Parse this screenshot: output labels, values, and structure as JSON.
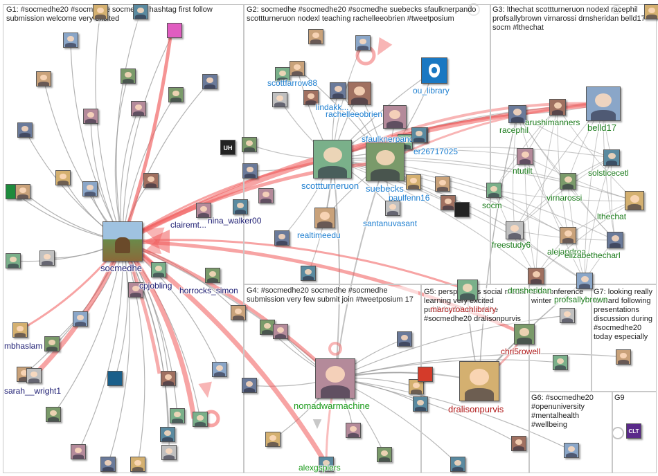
{
  "groups": [
    {
      "id": "G1",
      "label": "G1: #socmedhe20 #socmedhe socmedhe hashtag first follow submission welcome very excited"
    },
    {
      "id": "G2",
      "label": "G2: socmedhe #socmedhe20 #socmedhe suebecks sfaulknerpando scottturneruon nodexl teaching rachelleeobrien #tweetposium"
    },
    {
      "id": "G3",
      "label": "G3: lthechat scottturneruon nodexl racephil profsallybrown virnarossi drnsheridan belld17 socm #lthechat"
    },
    {
      "id": "G4",
      "label": "G4: #socmedhe20 socmedhe #socmedhe submission very few submit join #tweetposium 17"
    },
    {
      "id": "G5",
      "label": "G5: perspectives social media learning very excited published #socmedhe #socmedhe20 dralisonpurvis"
    },
    {
      "id": "G6",
      "label": "G6: #socmedhe20 #openuniversity #mentalhealth #wellbeing"
    },
    {
      "id": "G7",
      "label": "G7: looking really forward following presentations discussion during #socmedhe20 today especially"
    },
    {
      "id": "G8",
      "label": "G8: conference winter"
    },
    {
      "id": "G9",
      "label": "G9"
    }
  ],
  "colors": {
    "g1": "#191970",
    "g2": "#1e7fd0",
    "g3": "#1a7a1a",
    "g4": "#1a9a1a",
    "g5": "#b01818",
    "edge_red": "#f05a5a",
    "edge_gray": "#9a9a9a"
  },
  "nodes": [
    {
      "id": "socmedhe",
      "label": "socmedhe",
      "group": "g1"
    },
    {
      "id": "clairemt",
      "label": "clairemt...",
      "group": "g1"
    },
    {
      "id": "nina_walker00",
      "label": "nina_walker00",
      "group": "g1"
    },
    {
      "id": "cpjobling",
      "label": "cpjobling",
      "group": "g1"
    },
    {
      "id": "horrocks_simon",
      "label": "horrocks_simon",
      "group": "g1"
    },
    {
      "id": "mbhaslam",
      "label": "mbhaslam",
      "group": "g1"
    },
    {
      "id": "sarah__wright1",
      "label": "sarah__wright1",
      "group": "g1"
    },
    {
      "id": "scottfarrow88",
      "label": "scottfarrow88",
      "group": "g2"
    },
    {
      "id": "lindakk",
      "label": "lindakk...",
      "group": "g2"
    },
    {
      "id": "rachelleeobrien",
      "label": "rachelleeobrien",
      "group": "g2"
    },
    {
      "id": "ou_library",
      "label": "ou_library",
      "group": "g2"
    },
    {
      "id": "sfaulknerpando",
      "label": "sfaulknerpando",
      "group": "g2"
    },
    {
      "id": "er26717025",
      "label": "er26717025",
      "group": "g2"
    },
    {
      "id": "scottturneruon",
      "label": "scottturneruon",
      "group": "g2"
    },
    {
      "id": "suebecks",
      "label": "suebecks",
      "group": "g2"
    },
    {
      "id": "paulfenn16",
      "label": "paulfenn16",
      "group": "g2"
    },
    {
      "id": "santanuvasant",
      "label": "santanuvasant",
      "group": "g2"
    },
    {
      "id": "realtimeedu",
      "label": "realtimeedu",
      "group": "g2"
    },
    {
      "id": "racephil",
      "label": "racephil",
      "group": "g3"
    },
    {
      "id": "arushimanners",
      "label": "arushimanners",
      "group": "g3"
    },
    {
      "id": "belld17",
      "label": "belld17",
      "group": "g3"
    },
    {
      "id": "ntutilt",
      "label": "ntutilt",
      "group": "g3"
    },
    {
      "id": "solsticecetl",
      "label": "solsticecetl",
      "group": "g3"
    },
    {
      "id": "socm",
      "label": "socm",
      "group": "g3"
    },
    {
      "id": "virnarossi",
      "label": "virnarossi",
      "group": "g3"
    },
    {
      "id": "lthechat",
      "label": "lthechat",
      "group": "g3"
    },
    {
      "id": "freestudy6",
      "label": "freestudy6",
      "group": "g3"
    },
    {
      "id": "alejandroa",
      "label": "alejandroa",
      "group": "g3"
    },
    {
      "id": "elizabethecharl",
      "label": "elizabethecharl",
      "group": "g3"
    },
    {
      "id": "drnsheridan",
      "label": "drnsheridan",
      "group": "g3"
    },
    {
      "id": "profsallybrown",
      "label": "profsallybrown",
      "group": "g3"
    },
    {
      "id": "nomadwarmachine",
      "label": "nomadwarmachine",
      "group": "g4"
    },
    {
      "id": "alexgspiers",
      "label": "alexgspiers",
      "group": "g4"
    },
    {
      "id": "marcyroachlibrary",
      "label": "marcyroachlibrary",
      "group": "g5"
    },
    {
      "id": "chri5rowell",
      "label": "chri5rowell",
      "group": "g5"
    },
    {
      "id": "dralisonpurvis",
      "label": "dralisonpurvis",
      "group": "g5"
    }
  ],
  "icons": {
    "uh": "UH",
    "clt": "CLT",
    "ou": "OU"
  }
}
